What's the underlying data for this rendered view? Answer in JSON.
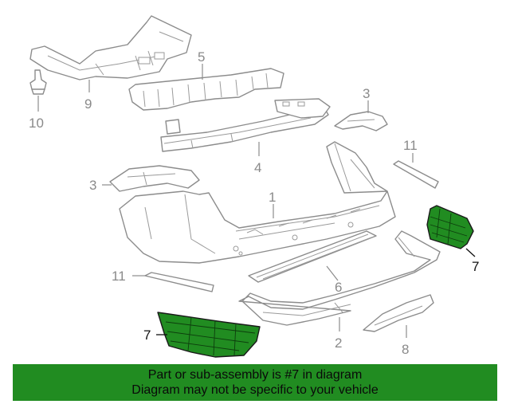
{
  "diagram": {
    "callouts": {
      "c1": "1",
      "c2": "2",
      "c3a": "3",
      "c3b": "3",
      "c4": "4",
      "c5": "5",
      "c6": "6",
      "c7a": "7",
      "c7b": "7",
      "c8": "8",
      "c9": "9",
      "c10": "10",
      "c11a": "11",
      "c11b": "11"
    },
    "highlight_part": "7",
    "colors": {
      "highlight": "#218c21",
      "outline": "#8c8c8c",
      "banner": "#218c21",
      "banner_text": "#0a0a0a"
    }
  },
  "banner": {
    "line1": "Part or sub-assembly is #7 in diagram",
    "line2": "Diagram may not be specific to your vehicle"
  }
}
